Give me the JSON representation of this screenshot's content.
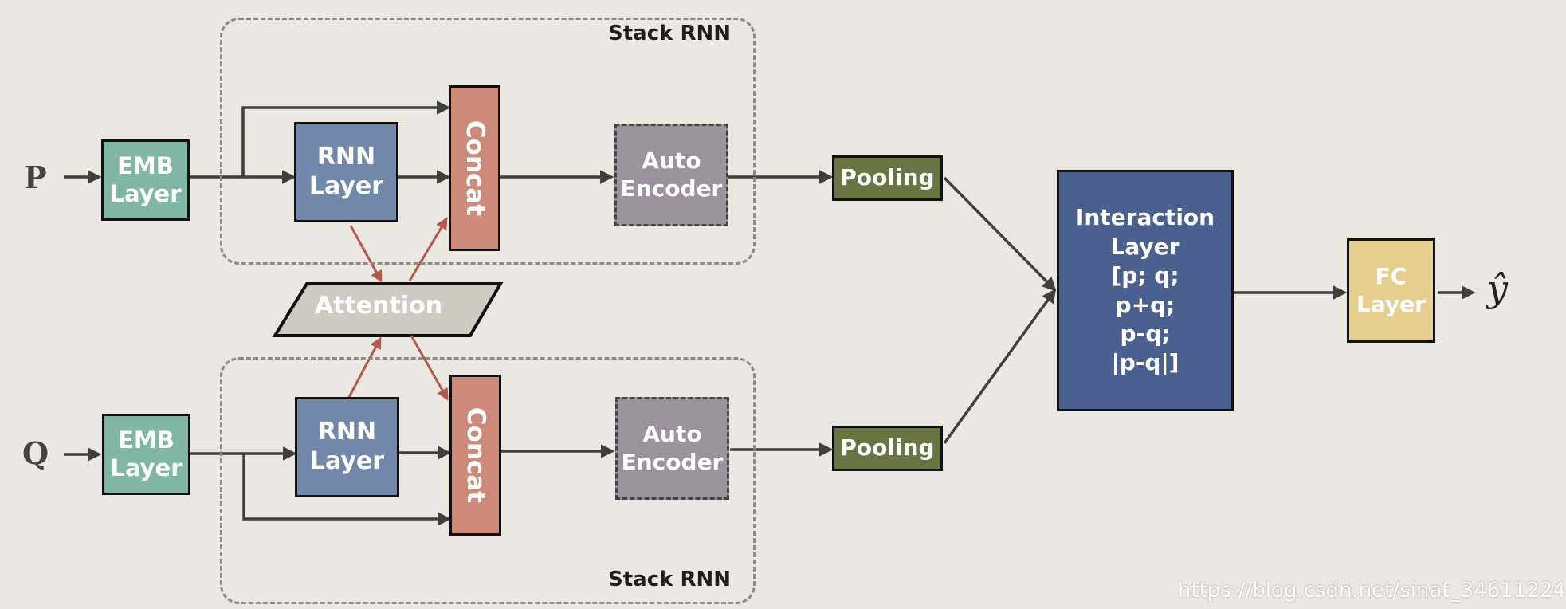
{
  "diagram": {
    "inputs": {
      "p": "P",
      "q": "Q"
    },
    "output": "ŷ",
    "groups": {
      "top_label": "Stack RNN",
      "bottom_label": "Stack RNN"
    },
    "nodes": {
      "emb_top": "EMB\nLayer",
      "emb_bottom": "EMB\nLayer",
      "rnn_top": "RNN\nLayer",
      "rnn_bottom": "RNN\nLayer",
      "concat_top": "Concat",
      "concat_bottom": "Concat",
      "ae_top": "Auto\nEncoder",
      "ae_bottom": "Auto\nEncoder",
      "attention": "Attention",
      "pool_top": "Pooling",
      "pool_bottom": "Pooling",
      "interaction": "Interaction\nLayer\n[p; q;\np+q;\np-q;\n|p-q|]",
      "fc": "FC\nLayer"
    },
    "colors": {
      "background": "#ebe8e2",
      "emb": "#7fb6a4",
      "rnn": "#7288ab",
      "concat": "#cd8a78",
      "autoencoder": "#9c929e",
      "attention": "#cfcbc3",
      "pooling": "#697443",
      "interaction": "#4a6190",
      "fc": "#e6cf8e",
      "attention_arrows": "#b5584c"
    },
    "watermark": "https://blog.csdn.net/sinat_34611224"
  }
}
